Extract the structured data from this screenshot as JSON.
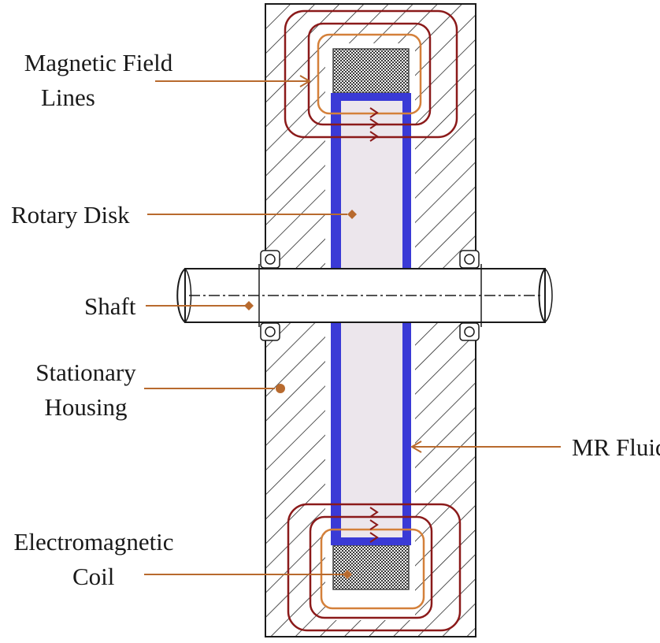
{
  "labels": {
    "magnetic_field_line1": "Magnetic Field",
    "magnetic_field_line2": "Lines",
    "rotary_disk": "Rotary Disk",
    "shaft": "Shaft",
    "stationary_housing_line1": "Stationary",
    "stationary_housing_line2": "Housing",
    "mr_fluid": "MR Fluid",
    "electromagnetic_coil_line1": "Electromagnetic",
    "electromagnetic_coil_line2": "Coil"
  },
  "colors": {
    "hatch": "#1a1a1a",
    "disk_outline": "#3a3ad6",
    "disk_fill": "#ece6ec",
    "field_line_dark": "#8b1a1a",
    "field_line_orange": "#d4803a",
    "leader": "#b86a2e",
    "coil": "#555555"
  }
}
